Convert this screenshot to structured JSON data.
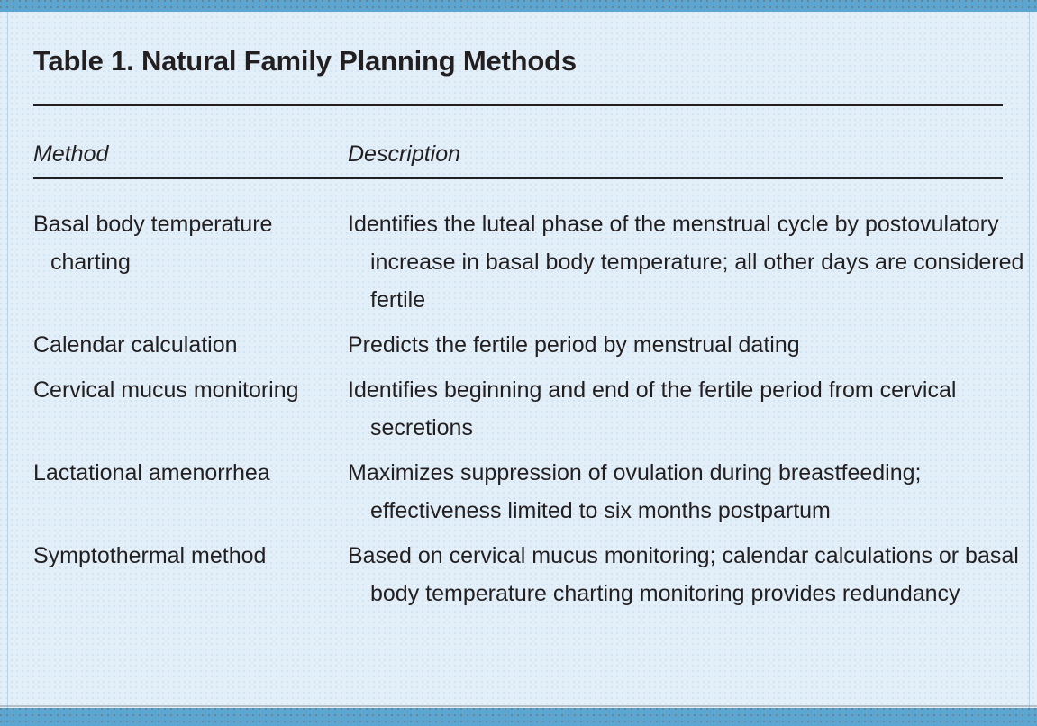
{
  "colors": {
    "accent_bar": "#5ca6d1",
    "background": "#e3eff8",
    "text": "#231f20"
  },
  "title": "Table 1. Natural Family Planning Methods",
  "columns": {
    "method": "Method",
    "description": "Description"
  },
  "rows": [
    {
      "method": "Basal body temperature charting",
      "description": "Identifies the luteal phase of the menstrual cycle by postovulatory increase in basal body temperature; all other days are considered fertile"
    },
    {
      "method": "Calendar calculation",
      "description": "Predicts the fertile period by menstrual dating"
    },
    {
      "method": "Cervical mucus monitoring",
      "description": "Identifies beginning and end of the fertile period from cervical secretions"
    },
    {
      "method": "Lactational amenorrhea",
      "description": "Maximizes suppression of ovulation during breastfeeding; effectiveness limited to six months postpartum"
    },
    {
      "method": "Symptothermal method",
      "description": "Based on cervical mucus monitoring; calendar calculations or basal body temperature charting monitoring provides redundancy"
    }
  ]
}
